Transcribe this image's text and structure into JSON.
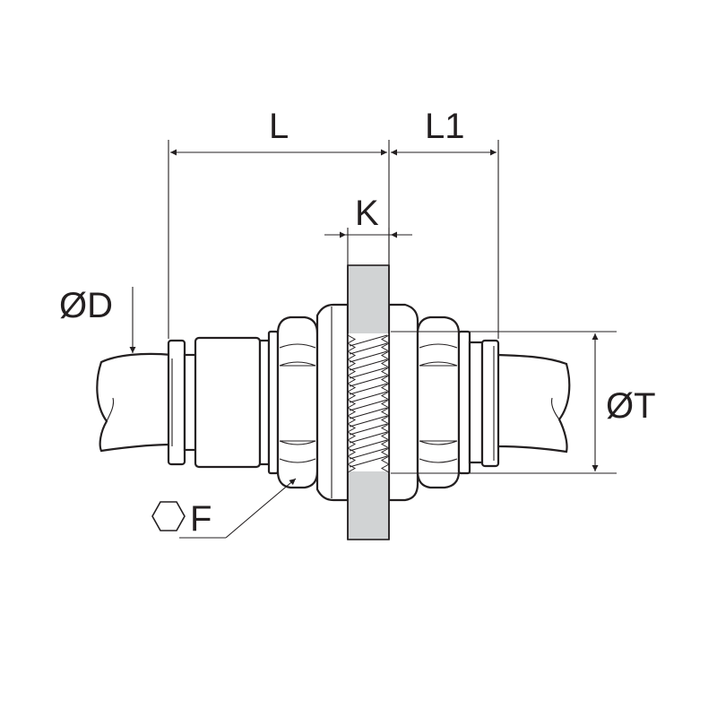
{
  "labels": {
    "length_L": "L",
    "length_L1": "L1",
    "panel_thickness_K": "K",
    "tube_diameter_D": "ØD",
    "thread_diameter_T": "ØT",
    "hex_size_F": "F"
  },
  "colors": {
    "line": "#231f20",
    "panel_fill": "#d1d3d4",
    "background": "#ffffff"
  },
  "icons": {
    "hex_symbol": "hexagon-icon"
  }
}
